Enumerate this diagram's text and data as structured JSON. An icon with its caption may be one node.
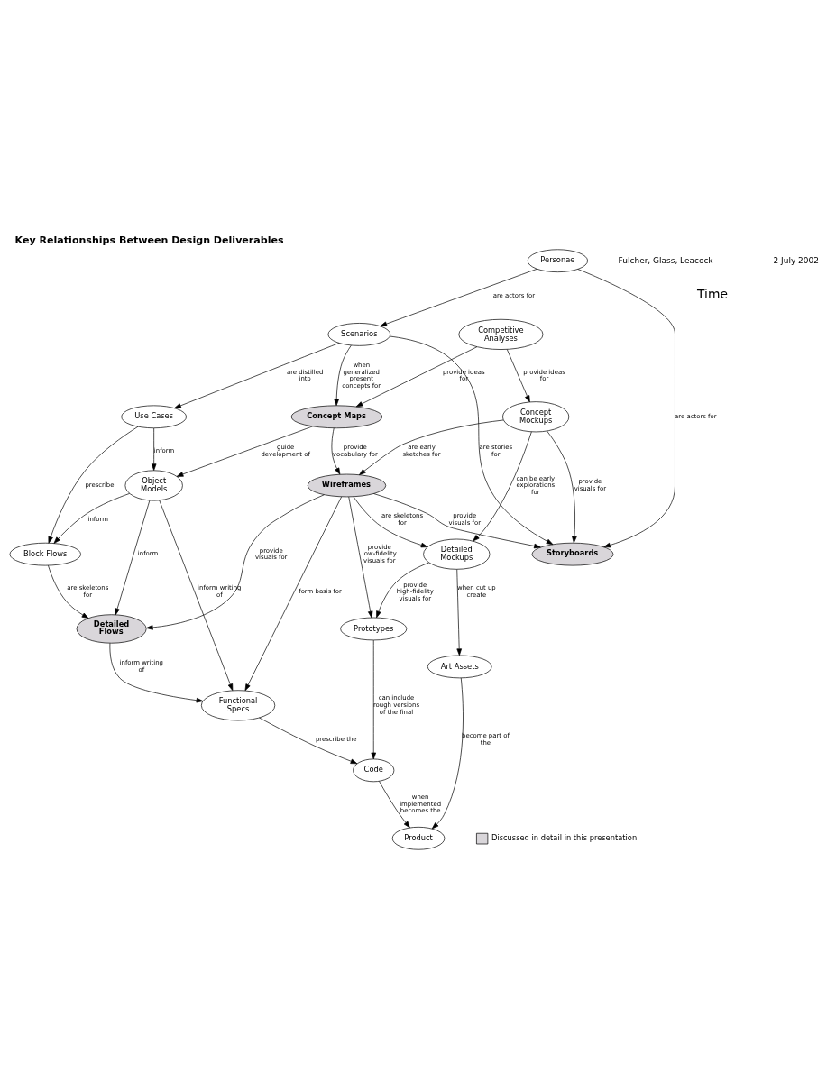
{
  "diagram": {
    "title": "Key Relationships Between Design Deliverables",
    "nodes": [
      {
        "text": [
          "Personae"
        ]
      },
      {
        "text": [
          "Competitive Analyses"
        ]
      },
      {
        "text": [
          "Scenarios"
        ]
      },
      {
        "text": [
          "Concept Mockups"
        ]
      },
      {
        "text": [
          "Concept Maps"
        ]
      },
      {
        "text": [
          "Use Cases"
        ]
      },
      {
        "text": [
          "Object Models"
        ]
      },
      {
        "text": [
          "Wireframes"
        ]
      },
      {
        "text": [
          "Block Flows"
        ]
      },
      {
        "text": [
          "Storyboards"
        ]
      },
      {
        "text": [
          "Detailed Mockups"
        ]
      },
      {
        "text": [
          "Prototypes"
        ]
      },
      {
        "text": [
          "Detailed Flows"
        ]
      },
      {
        "text": [
          "Art Assets"
        ]
      },
      {
        "text": [
          "Functional Specs"
        ]
      },
      {
        "text": [
          "Code"
        ]
      },
      {
        "text": [
          "Product"
        ]
      }
    ],
    "edges": [
      {
        "from": 0,
        "to": 2,
        "arrow": "to",
        "label": "are actors for"
      },
      {
        "from": 0,
        "to": 9,
        "arrow": "to",
        "label": "are actors for"
      },
      {
        "from": 1,
        "to": 3,
        "arrow": "to",
        "label": "provide ideas for"
      },
      {
        "from": 1,
        "to": 4,
        "arrow": "to",
        "label": "provide ideas for"
      },
      {
        "from": 2,
        "to": 4,
        "arrow": "to",
        "label": "when generalized present concepts for"
      },
      {
        "from": 2,
        "to": 5,
        "arrow": "to",
        "label": "are distilled into"
      },
      {
        "from": 2,
        "to": 9,
        "arrow": "to",
        "label": "are stories for"
      },
      {
        "from": 3,
        "to": 7,
        "arrow": "to",
        "label": "are early sketches for"
      },
      {
        "from": 3,
        "to": 9,
        "arrow": "to",
        "label": "provide visuals for"
      },
      {
        "from": 3,
        "to": 10,
        "arrow": "to",
        "label": "can be early explorations for"
      },
      {
        "from": 4,
        "to": 6,
        "arrow": "to",
        "label": "guide development of"
      },
      {
        "from": 4,
        "to": 7,
        "arrow": "to",
        "label": "provide vocabulary for"
      },
      {
        "from": 5,
        "to": 6,
        "arrow": "to",
        "label": "inform"
      },
      {
        "from": 5,
        "to": 8,
        "arrow": "to",
        "label": "prescribe"
      },
      {
        "from": 6,
        "to": 8,
        "arrow": "to",
        "label": "inform"
      },
      {
        "from": 6,
        "to": 12,
        "arrow": "to",
        "label": "inform"
      },
      {
        "from": 6,
        "to": 14,
        "arrow": "to",
        "label": "inform writing of"
      },
      {
        "from": 7,
        "to": 9,
        "arrow": "to",
        "label": "provide visuals for"
      },
      {
        "from": 7,
        "to": 10,
        "arrow": "to",
        "label": "are skeletons for"
      },
      {
        "from": 7,
        "to": 11,
        "arrow": "to",
        "label": "provide low-fidelity visuals for"
      },
      {
        "from": 7,
        "to": 14,
        "arrow": "to",
        "label": "form basis for"
      },
      {
        "from": 7,
        "to": 12,
        "arrow": "to",
        "label": "provide visuals for"
      },
      {
        "from": 8,
        "to": 12,
        "arrow": "to",
        "label": "are skeletons for"
      },
      {
        "from": 10,
        "to": 11,
        "arrow": "to",
        "label": "provide high-fidelity visuals for"
      },
      {
        "from": 10,
        "to": 13,
        "arrow": "to",
        "label": "when cut up create"
      },
      {
        "from": 11,
        "to": 15,
        "arrow": "to",
        "label": "can include rough versions of the final"
      },
      {
        "from": 12,
        "to": 14,
        "arrow": "to",
        "label": "inform writing of"
      },
      {
        "from": 14,
        "to": 15,
        "arrow": "to",
        "label": "prescribe the"
      },
      {
        "from": 13,
        "to": 16,
        "arrow": "to",
        "label": "become part of the"
      },
      {
        "from": 15,
        "to": 16,
        "arrow": "to",
        "label": "when implemented becomes the"
      }
    ],
    "labels": [
      "Fulcher, Glass, Leacock",
      "2 July 2002",
      "Time"
    ],
    "legend": [
      {
        "text": "Discussed in detail in this presentation.",
        "color": "#d9d6da"
      }
    ]
  }
}
